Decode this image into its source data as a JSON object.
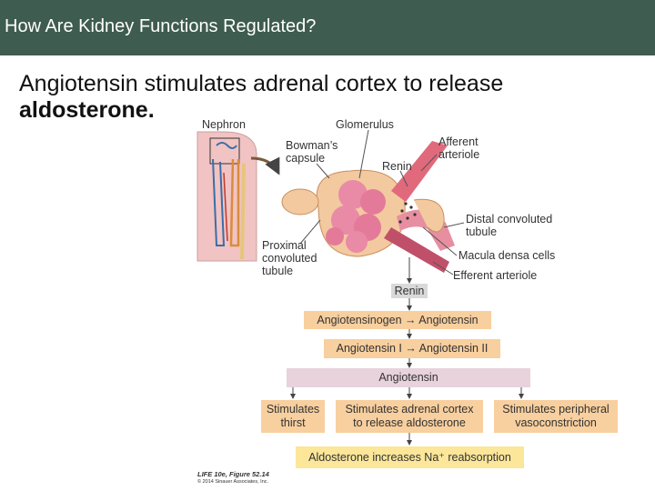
{
  "header": {
    "title": "How Are Kidney Functions Regulated?"
  },
  "subtitle": {
    "line1": "Angiotensin stimulates adrenal cortex to release",
    "line2": "aldosterone."
  },
  "figure": {
    "labels": {
      "nephron": "Nephron",
      "glomerulus": "Glomerulus",
      "bowmans_capsule": "Bowman’s\ncapsule",
      "afferent_arteriole": "Afferent\narteriole",
      "renin": "Renin",
      "distal_tubule": "Distal convoluted\ntubule",
      "macula_densa": "Macula densa cells",
      "efferent_arteriole": "Efferent arteriole",
      "proximal_tubule": "Proximal\nconvoluted\ntubule"
    },
    "flow": {
      "renin": "Renin",
      "angiotensinogen_to_angiotensin": "Angiotensinogen → Angiotensin",
      "angiotensin1_to_angiotensin2": "Angiotensin I → Angiotensin II",
      "angiotensin": "Angiotensin",
      "stimulates_thirst": "Stimulates\nthirst",
      "stimulates_adrenal": "Stimulates adrenal cortex\nto release aldosterone",
      "stimulates_vasoconstriction": "Stimulates peripheral\nvasoconstriction",
      "aldosterone_reabsorption": "Aldosterone increases Na⁺ reabsorption"
    },
    "credit": {
      "line1": "LIFE 10e, Figure 52.14",
      "line2": "© 2014 Sinauer Associates, Inc."
    }
  },
  "colors": {
    "header_bg": "#3e5c50",
    "peach": "#f8cf9e",
    "pink": "#e8d2dc",
    "yellow": "#fbe69a",
    "gray": "#d9d9d9",
    "glomerulus": "#e98aa6",
    "capsule": "#f3c9a0"
  }
}
